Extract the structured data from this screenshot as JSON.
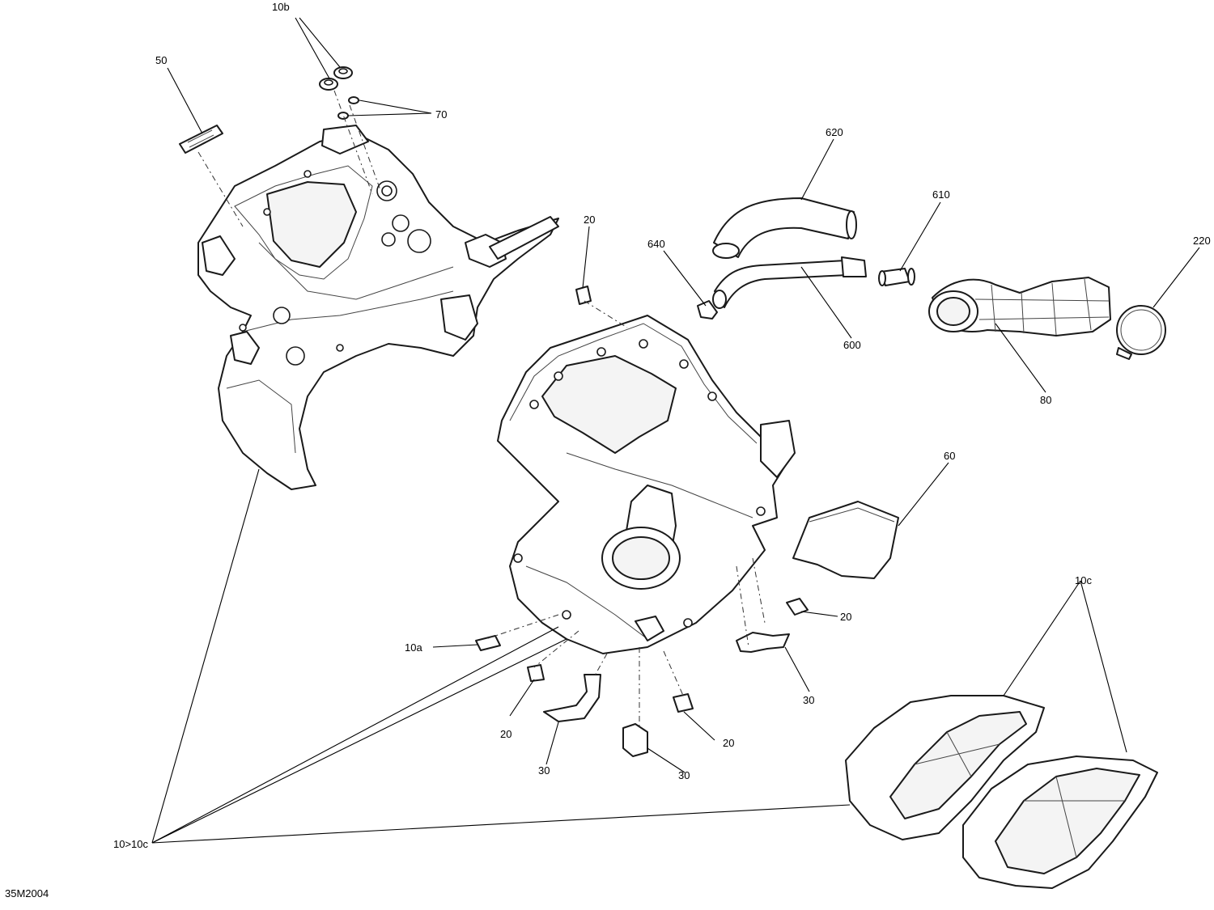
{
  "figure_id": "35M2004",
  "callouts": {
    "c10b": "10b",
    "c50": "50",
    "c70": "70",
    "c620": "620",
    "c610": "610",
    "c640": "640",
    "c220": "220",
    "c20_top": "20",
    "c600": "600",
    "c80": "80",
    "c60": "60",
    "c10c": "10c",
    "c20_right": "20",
    "c10a": "10a",
    "c30_right": "30",
    "c20_left": "20",
    "c20_mid": "20",
    "c30_left": "30",
    "c30_mid": "30",
    "c10_10c": "10>10c"
  }
}
